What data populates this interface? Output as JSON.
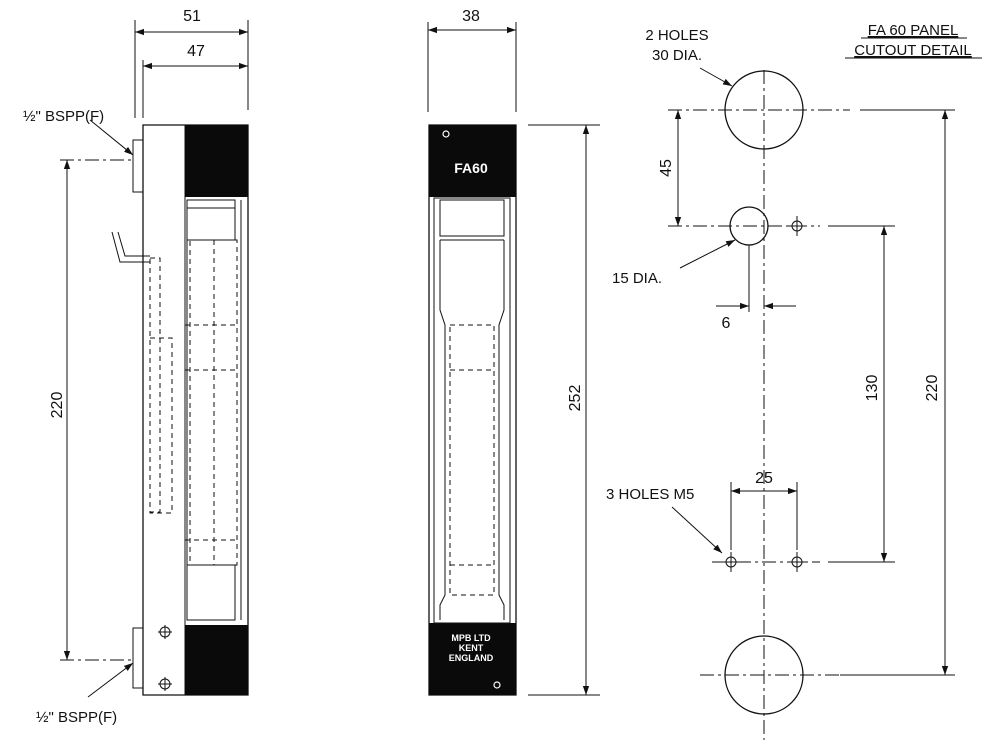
{
  "side_view": {
    "overall_width": "51",
    "body_width": "47",
    "port_top": "½\" BSPP(F)",
    "port_bottom": "½\" BSPP(F)",
    "port_centres": "220"
  },
  "front_view": {
    "width": "38",
    "height": "252",
    "model_plate": "FA60",
    "maker_line1": "MPB LTD",
    "maker_line2": "KENT",
    "maker_line3": "ENGLAND"
  },
  "cutout_detail": {
    "title_line1": "FA 60 PANEL",
    "title_line2": "CUTOUT DETAIL",
    "large_holes_line1": "2 HOLES",
    "large_holes_line2": "30 DIA.",
    "dim_45": "45",
    "small_hole": "15 DIA.",
    "dim_6": "6",
    "dim_130": "130",
    "dim_220": "220",
    "dim_25": "25",
    "tapped_holes": "3 HOLES M5"
  }
}
